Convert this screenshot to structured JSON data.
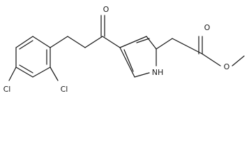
{
  "molecule": {
    "atom_labels": {
      "carbonyl_oxygen": "O",
      "chlorine_para": "Cl",
      "chlorine_ortho": "Cl",
      "pyrrole_nitrogen": "NH",
      "ester_carbonyl_oxygen": "O",
      "ester_ether_oxygen": "O"
    }
  }
}
